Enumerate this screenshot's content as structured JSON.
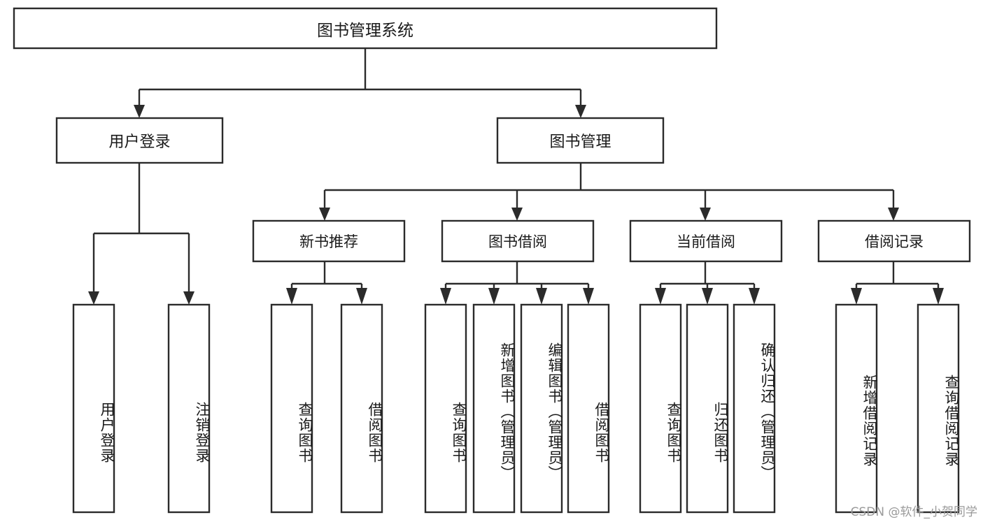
{
  "diagram": {
    "type": "tree",
    "title": "图书管理系统",
    "watermark": "CSDN @软件_小贺同学",
    "colors": {
      "box_stroke": "#2b2b2b",
      "box_fill": "#ffffff",
      "text": "#1a1a1a",
      "connector": "#2b2b2b",
      "watermark": "#9a9a9a",
      "background": "#ffffff"
    },
    "levels": {
      "root": "图书管理系统",
      "level2": [
        "用户登录",
        "图书管理"
      ],
      "level3": [
        "新书推荐",
        "图书借阅",
        "当前借阅",
        "借阅记录"
      ],
      "leaves": [
        "用户登录",
        "注销登录",
        "查询图书",
        "借阅图书",
        "查询图书",
        "新增图书（管理员）",
        "编辑图书（管理员）",
        "借阅图书",
        "查询图书",
        "归还图书",
        "确认归还（管理员）",
        "新增借阅记录",
        "查询借阅记录"
      ]
    },
    "nodes": {
      "root": {
        "label": "图书管理系统"
      },
      "user_login": {
        "label": "用户登录"
      },
      "book_manage": {
        "label": "图书管理"
      },
      "new_book_rec": {
        "label": "新书推荐"
      },
      "book_borrow": {
        "label": "图书借阅"
      },
      "current_borrow": {
        "label": "当前借阅"
      },
      "borrow_record": {
        "label": "借阅记录"
      },
      "leaf_user_login": {
        "label": "用户登录"
      },
      "leaf_logout": {
        "label": "注销登录"
      },
      "leaf_query_book_a": {
        "label": "查询图书"
      },
      "leaf_borrow_book_a": {
        "label": "借阅图书"
      },
      "leaf_query_book_b": {
        "label": "查询图书"
      },
      "leaf_add_book": {
        "label": "新增图书（管理员）"
      },
      "leaf_edit_book": {
        "label": "编辑图书（管理员）"
      },
      "leaf_borrow_book_b": {
        "label": "借阅图书"
      },
      "leaf_query_book_c": {
        "label": "查询图书"
      },
      "leaf_return_book": {
        "label": "归还图书"
      },
      "leaf_confirm_return": {
        "label": "确认归还（管理员）"
      },
      "leaf_add_record": {
        "label": "新增借阅记录"
      },
      "leaf_query_record": {
        "label": "查询借阅记录"
      }
    },
    "edges": [
      {
        "from": "root",
        "to": "user_login"
      },
      {
        "from": "root",
        "to": "book_manage"
      },
      {
        "from": "user_login",
        "to": "leaf_user_login"
      },
      {
        "from": "user_login",
        "to": "leaf_logout"
      },
      {
        "from": "book_manage",
        "to": "new_book_rec"
      },
      {
        "from": "book_manage",
        "to": "book_borrow"
      },
      {
        "from": "book_manage",
        "to": "current_borrow"
      },
      {
        "from": "book_manage",
        "to": "borrow_record"
      },
      {
        "from": "new_book_rec",
        "to": "leaf_query_book_a"
      },
      {
        "from": "new_book_rec",
        "to": "leaf_borrow_book_a"
      },
      {
        "from": "book_borrow",
        "to": "leaf_query_book_b"
      },
      {
        "from": "book_borrow",
        "to": "leaf_add_book"
      },
      {
        "from": "book_borrow",
        "to": "leaf_edit_book"
      },
      {
        "from": "book_borrow",
        "to": "leaf_borrow_book_b"
      },
      {
        "from": "current_borrow",
        "to": "leaf_query_book_c"
      },
      {
        "from": "current_borrow",
        "to": "leaf_return_book"
      },
      {
        "from": "current_borrow",
        "to": "leaf_confirm_return"
      },
      {
        "from": "borrow_record",
        "to": "leaf_add_record"
      },
      {
        "from": "borrow_record",
        "to": "leaf_query_record"
      }
    ]
  }
}
